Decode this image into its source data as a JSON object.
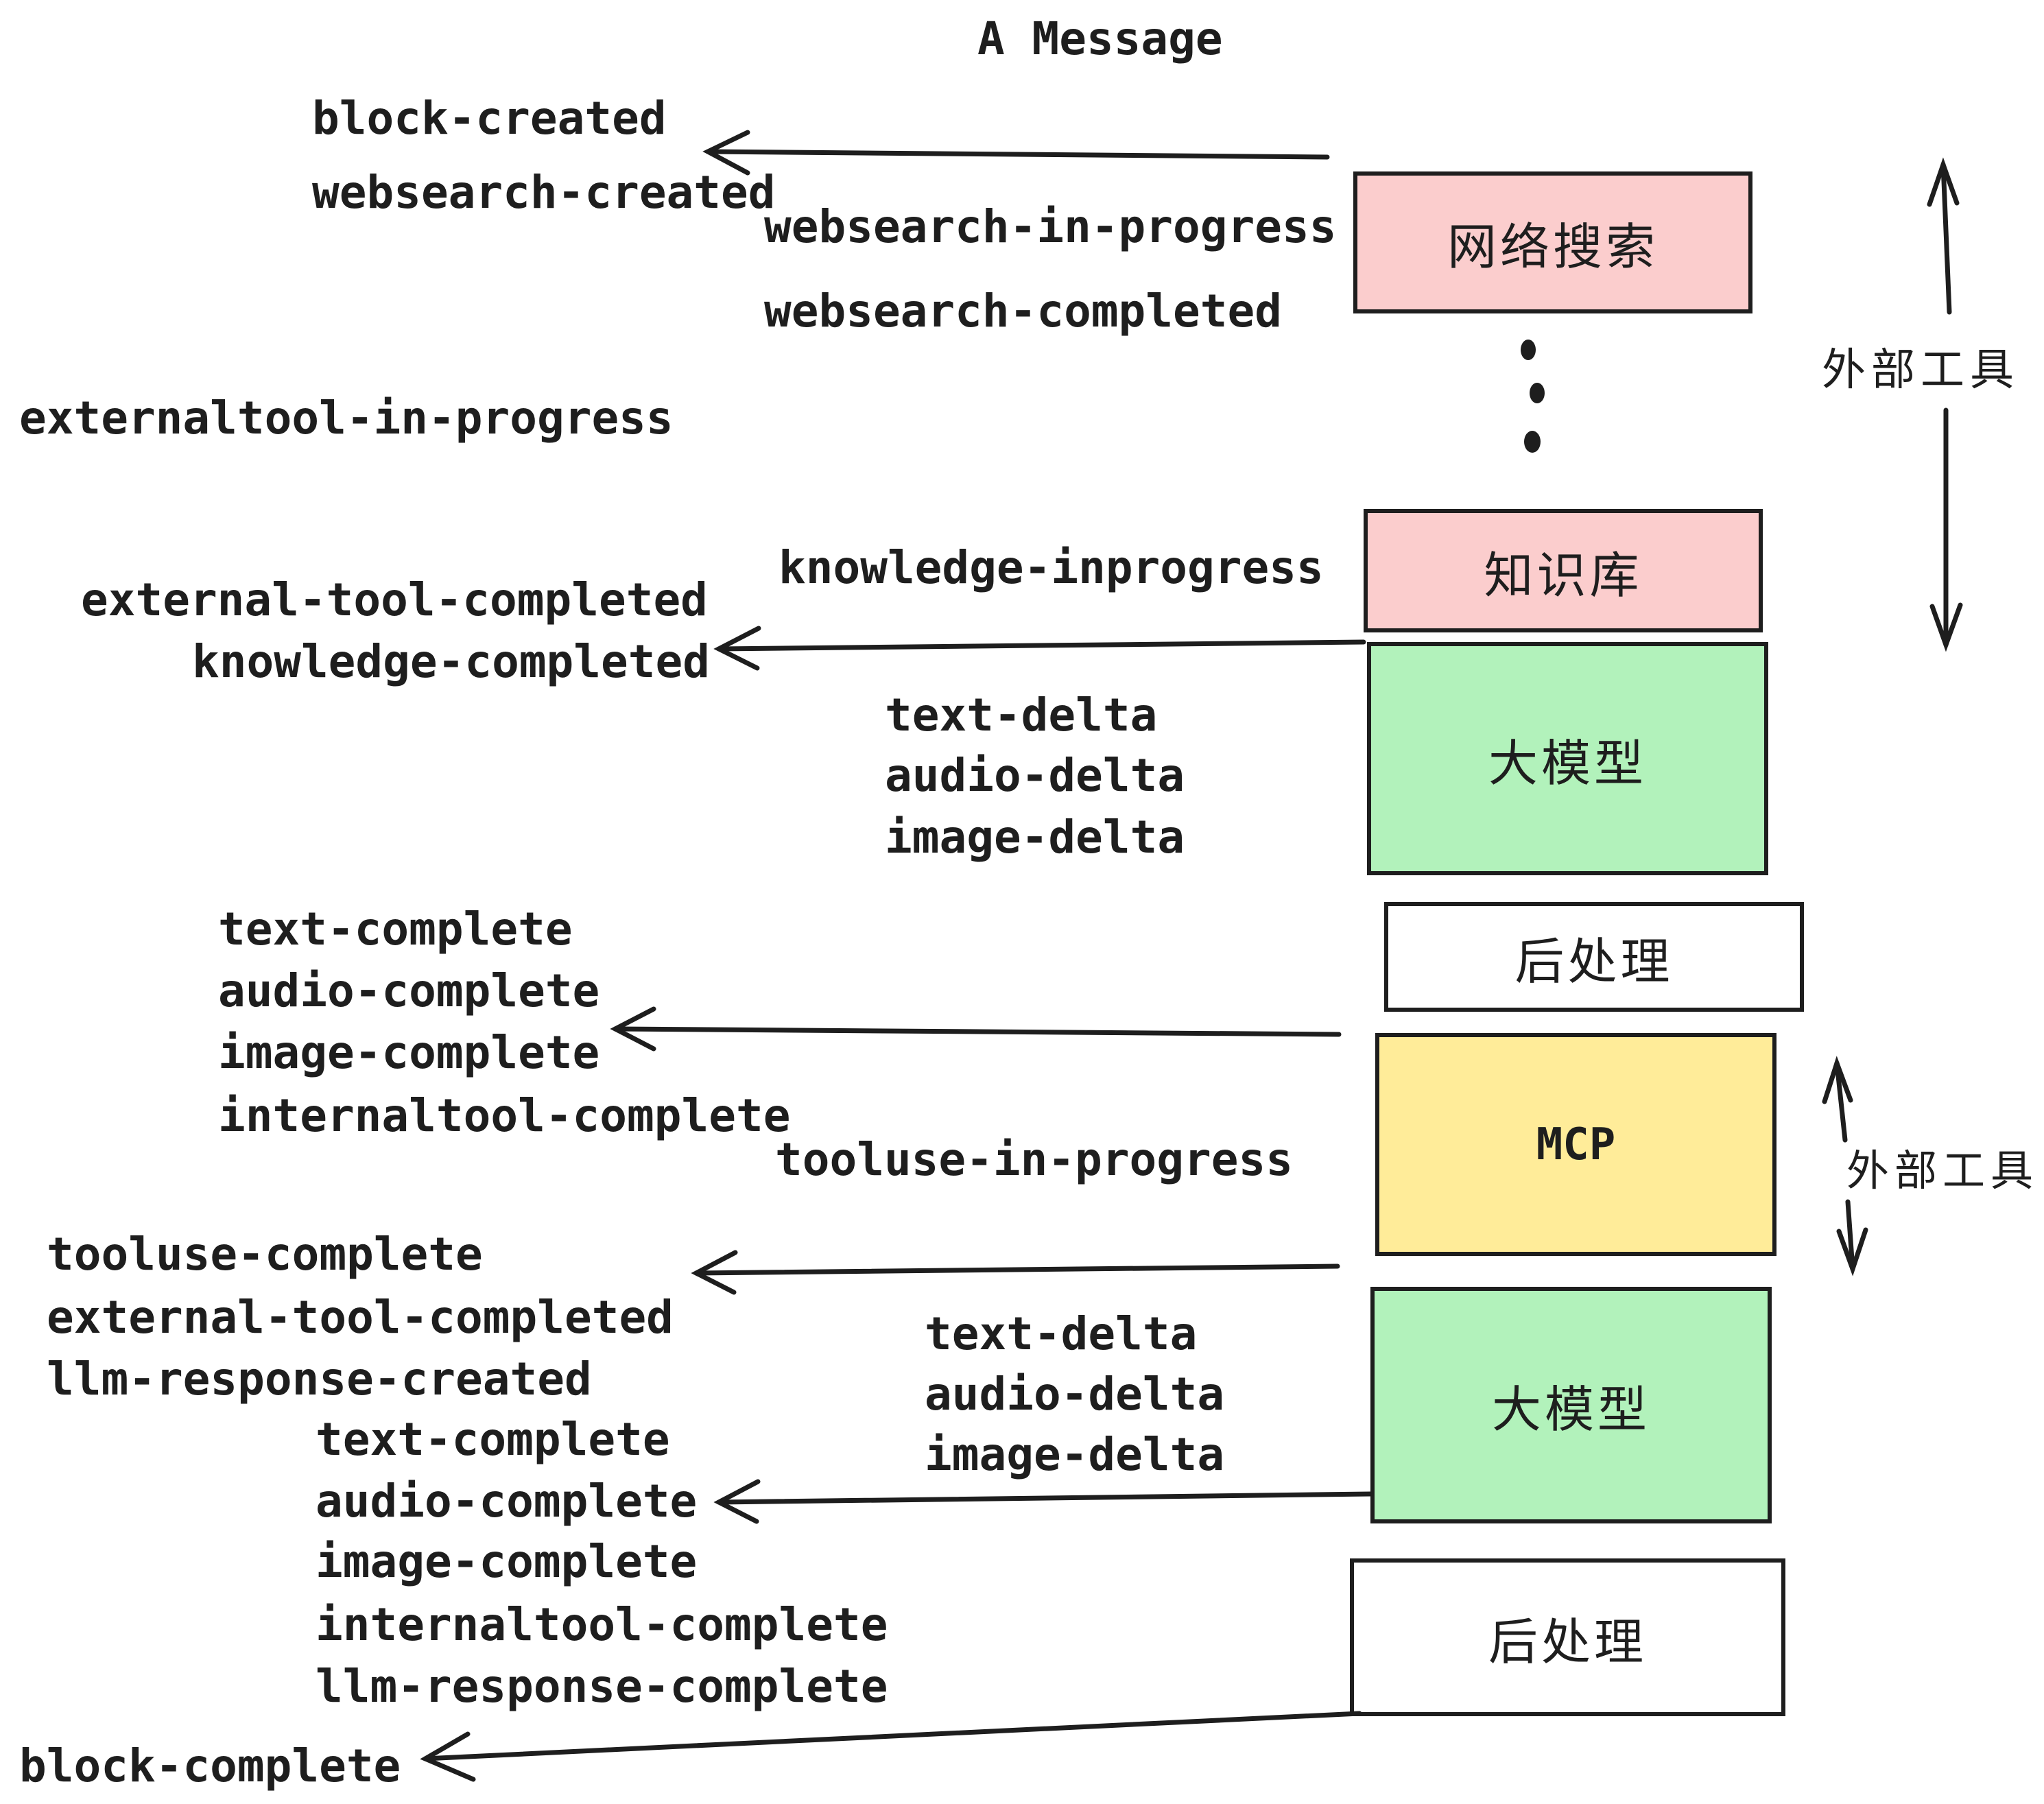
{
  "title": "A Message",
  "events": [
    "block-created",
    "websearch-created",
    "websearch-in-progress",
    "websearch-completed",
    "externaltool-in-progress",
    "knowledge-inprogress",
    "external-tool-completed",
    "knowledge-completed",
    "text-delta",
    "audio-delta",
    "image-delta",
    "text-complete",
    "audio-complete",
    "image-complete",
    "internaltool-complete",
    "tooluse-in-progress",
    "tooluse-complete",
    "external-tool-completed",
    "llm-response-created",
    "text-complete",
    "audio-complete",
    "image-complete",
    "internaltool-complete",
    "llm-response-complete",
    "block-complete"
  ],
  "boxes": [
    {
      "label": "网络搜索"
    },
    {
      "label": "知识库"
    },
    {
      "label": "大模型"
    },
    {
      "label": "后处理"
    },
    {
      "label": "MCP"
    },
    {
      "label": "大模型"
    },
    {
      "label": "后处理"
    }
  ],
  "side_labels": [
    {
      "label": "外部工具"
    },
    {
      "label": "外部工具"
    }
  ],
  "colors": {
    "ink": "#1e1e1e",
    "pink": "#fbcdcd",
    "green": "#b2f2bb",
    "yellow": "#ffec99",
    "background": "#ffffff"
  }
}
